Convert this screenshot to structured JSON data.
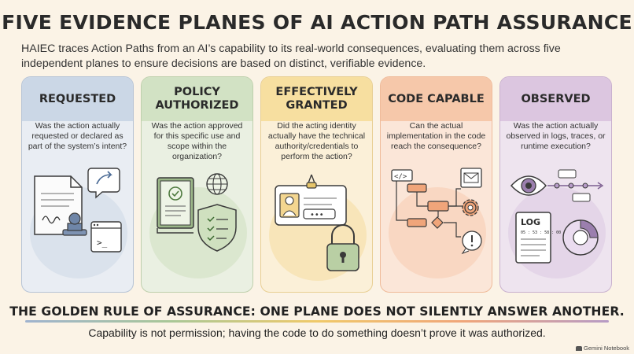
{
  "title": "FIVE EVIDENCE PLANES OF AI ACTION PATH ASSURANCE",
  "subtitle": "HAIEC traces Action Paths from an AI’s capability to its real-world consequences, evaluating them across five independent planes to ensure decisions are based on distinct, verifiable evidence.",
  "planes": [
    {
      "heading": "REQUESTED",
      "question": "Was the action actually requested or declared as part of the system’s intent?",
      "color": "#cbd7e6"
    },
    {
      "heading": "POLICY AUTHORIZED",
      "question": "Was the action approved for this specific use and scope within the organization?",
      "color": "#d2e2c4"
    },
    {
      "heading": "EFFECTIVELY GRANTED",
      "question": "Did the acting identity actually have the technical authority/credentials to perform the action?",
      "color": "#f7dfa0"
    },
    {
      "heading": "CODE CAPABLE",
      "question": "Can the actual implementation in the code reach the consequence?",
      "color": "#f6c8aa"
    },
    {
      "heading": "OBSERVED",
      "question": "Was the action actually observed in logs, traces, or runtime execution?",
      "color": "#dcc6e0"
    }
  ],
  "illustrations": {
    "requested": [
      "document-icon",
      "stamp-icon",
      "reply-speech-bubble-icon",
      "terminal-window-icon"
    ],
    "policy": [
      "policy-book-icon",
      "globe-icon",
      "checklist-shield-icon"
    ],
    "granted": [
      "id-badge-icon",
      "password-field-icon",
      "padlock-icon"
    ],
    "code": [
      "code-tag-icon",
      "flowchart-icon",
      "mail-icon",
      "gear-icon",
      "alert-bubble-icon"
    ],
    "observed": [
      "eye-icon",
      "timeline-icon",
      "log-file-icon",
      "gauge-icon"
    ]
  },
  "icon_text": {
    "terminal_prompt": ">_",
    "code_tag": "</>",
    "log_label": "LOG",
    "log_time": "05 : 53 : 58 : 00",
    "password_mask": "•••"
  },
  "golden_rule": {
    "prefix": "THE GOLDEN RULE OF ASSURANCE:",
    "emphasis": "ONE PLANE DOES NOT SILENTLY ANSWER ANOTHER."
  },
  "footer": "Capability is not permission; having the code to do something doesn’t prove it was authorized.",
  "badge": "Gemini Notebook"
}
